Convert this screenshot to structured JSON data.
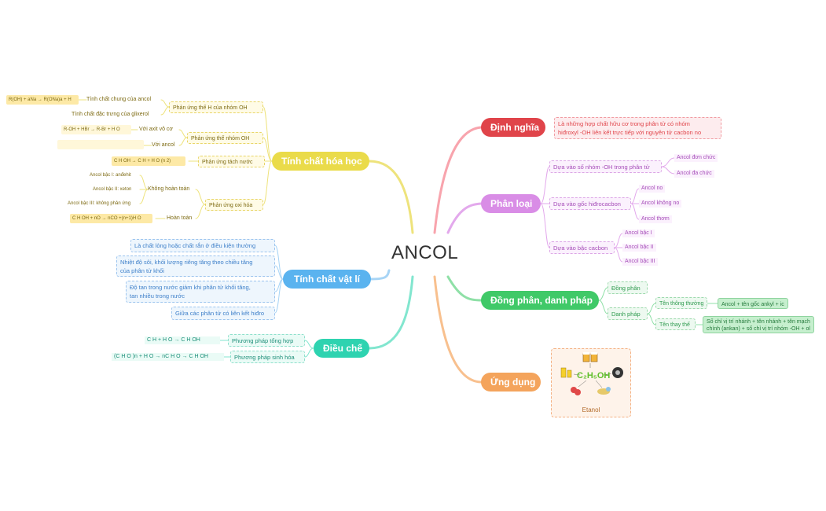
{
  "center": "ANCOL",
  "colors": {
    "red": "#e0444a",
    "purple": "#d98de6",
    "green": "#40c968",
    "orange": "#f4a45c",
    "yellow": "#eadb4a",
    "blue": "#5ab3ef",
    "teal": "#2ed3b0"
  },
  "right": {
    "dinh_nghia": {
      "label": "Định nghĩa",
      "text1": "Là những hợp chất hữu cơ trong phân tử có nhóm",
      "text2": "hiđroxyl -OH liên kết trực tiếp với nguyên tử cacbon no"
    },
    "phan_loai": {
      "label": "Phân loại",
      "groups": [
        {
          "label": "Dựa vào số nhóm -OH trong phân tử",
          "items": [
            "Ancol đơn chức",
            "Ancol đa chức"
          ]
        },
        {
          "label": "Dựa vào gốc hiđrocacbon",
          "items": [
            "Ancol no",
            "Ancol không no",
            "Ancol thơm"
          ]
        },
        {
          "label": "Dựa vào bậc cacbon",
          "items": [
            "Ancol bậc I",
            "Ancol bậc II",
            "Ancol bậc III"
          ]
        }
      ]
    },
    "dong_phan": {
      "label": "Đồng phân, danh pháp",
      "dong_phan": "Đồng phân",
      "danh_phap": "Danh pháp",
      "ten_thong_thuong": "Tên thông thường",
      "ten_thong_thuong_val": "Ancol + tên gốc ankyl + ic",
      "ten_thay_the": "Tên thay thế",
      "ten_thay_the_val1": "Số chỉ vị trí nhánh + tên nhánh + tên mạch",
      "ten_thay_the_val2": "chính (ankan) + số chỉ vị trí nhóm -OH + ol"
    },
    "ung_dung": {
      "label": "Ứng dụng",
      "formula": "C₂H₅OH",
      "caption": "Etanol"
    }
  },
  "left": {
    "tinh_chat_hoa_hoc": {
      "label": "Tính chất hóa học",
      "phan_ung_the_h": "Phản ứng thế H của nhóm OH",
      "tinh_chat_chung": "Tính chất chung của ancol",
      "eq_chung": "R(OH) + aNa → R(ONa)a +   H",
      "tinh_chat_dac_trung": "Tính chất đặc trưng của glixerol",
      "phan_ung_the_oh": "Phản ứng thế nhóm OH",
      "voi_axit": "Với axit vô cơ",
      "eq_axit": "R-OH + HBr →  R-Br + H O",
      "voi_ancol": "Với ancol",
      "phan_ung_tach_nuoc": "Phản ứng tách nước",
      "eq_tach": "C H   OH     → C H  + H O (n  2)",
      "phan_ung_oxi_hoa": "Phản ứng oxi hóa",
      "khong_hoan_toan": "Không hoàn toàn",
      "bac_i": "Ancol bậc I: anđehit",
      "bac_ii": "Ancol bậc II: xeton",
      "bac_iii": "Ancol bậc III: không phản ứng",
      "hoan_toan": "Hoàn toàn",
      "eq_hoan_toan": "C H   OH +  nO   → nCO  +(n+1)H O"
    },
    "tinh_chat_vat_li": {
      "label": "Tính chất vật lí",
      "items": [
        "Là chất lỏng hoặc chất rắn ở điều kiện thường",
        "Nhiệt độ sôi, khối lượng riêng tăng theo chiều tăng",
        "của phân tử khối",
        "Độ tan trong nước giảm khi phân tử khối tăng,",
        "tan nhiều trong nước",
        "Giữa các phân tử có liên kết hiđro"
      ]
    },
    "dieu_che": {
      "label": "Điều chế",
      "tong_hop": "Phương pháp tổng hợp",
      "eq_tong_hop": "C H   + H O      → C H OH",
      "sinh_hoa": "Phương pháp sinh hóa",
      "eq_sinh_hoa": "(C H O )n + H O    → nC H O    → C H OH"
    }
  }
}
